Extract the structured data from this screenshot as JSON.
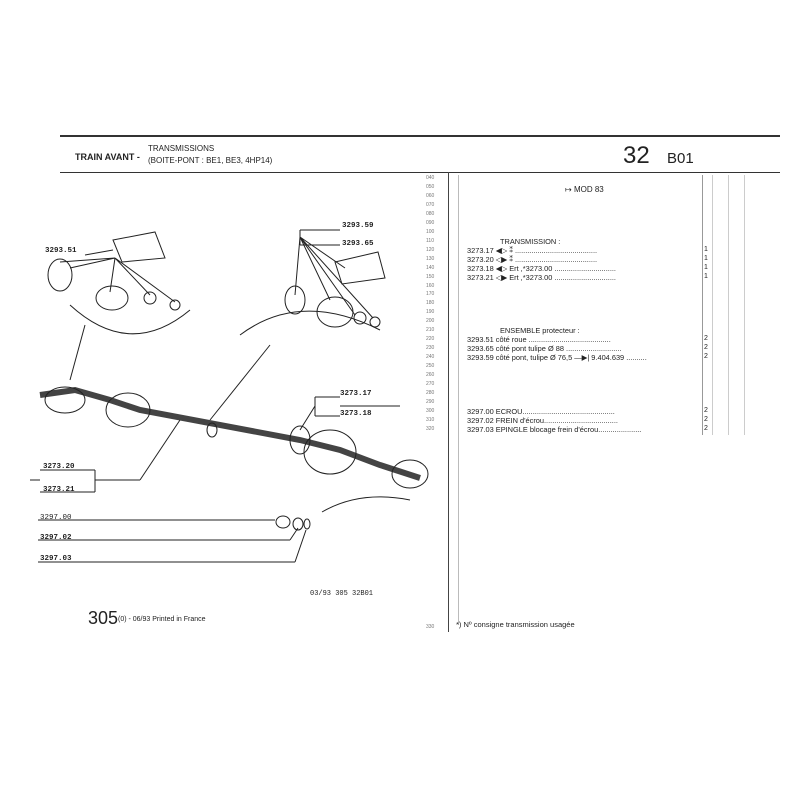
{
  "header": {
    "section": "TRAIN AVANT -",
    "title": "TRANSMISSIONS",
    "subtitle": "(BOITE-PONT : BE1, BE3, 4HP14)",
    "group": "32",
    "subgroup": "B01"
  },
  "line_numbers": [
    "040",
    "050",
    "060",
    "070",
    "080",
    "090",
    "100",
    "110",
    "120",
    "130",
    "140",
    "150",
    "160",
    "170",
    "180",
    "190",
    "200",
    "210",
    "220",
    "230",
    "240",
    "250",
    "260",
    "270",
    "280",
    "290",
    "300",
    "310",
    "320"
  ],
  "last_line_number": "330",
  "mod_note": "MOD 83",
  "rows": [
    {
      "line": 7,
      "text": "TRANSMISSION :",
      "qty": "",
      "heading": true
    },
    {
      "line": 8,
      "text": "3273.17  ◀▷  ⁑ ........................................",
      "qty": "1"
    },
    {
      "line": 9,
      "text": "3273.20  ◁▶  ⁑ ........................................",
      "qty": "1"
    },
    {
      "line": 10,
      "text": "3273.18  ◀▷  Ert ,*3273.00 ..............................",
      "qty": "1"
    },
    {
      "line": 11,
      "text": "3273.21  ◁▶  Ert ,*3273.00 ..............................",
      "qty": "1"
    },
    {
      "line": 17,
      "text": "ENSEMBLE protecteur :",
      "qty": "",
      "heading": true
    },
    {
      "line": 18,
      "text": "3293.51  côté roue ........................................",
      "qty": "2"
    },
    {
      "line": 19,
      "text": "3293.65  côté pont tulipe Ø 88 ...........................",
      "qty": "2"
    },
    {
      "line": 20,
      "text": "3293.59  côté pont, tulipe Ø 76,5 —▶| 9.404.639 ..........",
      "qty": "2"
    },
    {
      "line": 26,
      "text": "3297.00 ECROU.............................................",
      "qty": "2"
    },
    {
      "line": 27,
      "text": "3297.02 FREIN d'écrou....................................",
      "qty": "2"
    },
    {
      "line": 28,
      "text": "3297.03 EPINGLE blocage frein d'écrou.....................",
      "qty": "2"
    }
  ],
  "diagram_labels": {
    "a": "3293.51",
    "b": "3293.59",
    "c": "3293.65",
    "d": "3273.17",
    "e": "3273.18",
    "f": "3273.20",
    "g": "3273.21",
    "h": "3297.00",
    "i": "3297.02",
    "j": "3297.03"
  },
  "footnote": "*)  Nº  consigne transmission usagée",
  "ref_code": "03/93 305 32B01",
  "page_number": "305",
  "print_info": "(0) - 06/93 Printed in France"
}
